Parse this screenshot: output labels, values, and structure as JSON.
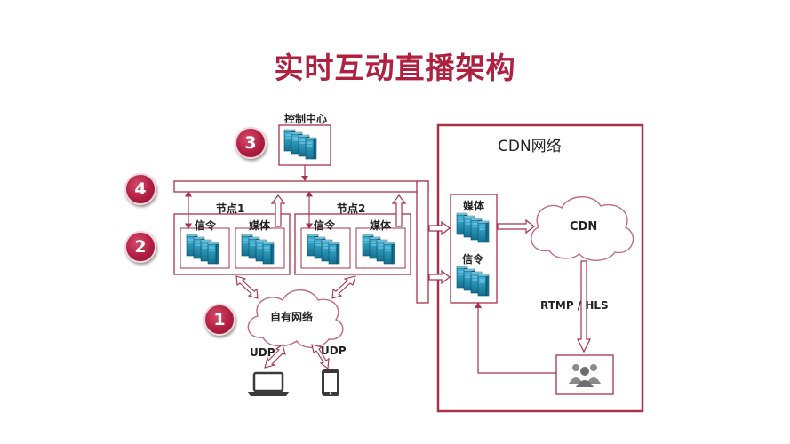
{
  "title": "实时互动直播架构",
  "labels": {
    "control_center": "控制中心",
    "node1": "节点1",
    "node2": "节点2",
    "signaling": "信令",
    "media": "媒体",
    "cdn_network": "CDN网络",
    "cdn": "CDN",
    "own_network": "自有网络",
    "udp": "UDP",
    "rtmp_hls": "RTMP / HLS"
  },
  "badges": [
    "1",
    "2",
    "3",
    "4"
  ],
  "colors": {
    "accent": "#b0203f",
    "border": "#a8324c",
    "arrow_fill": "#ffffff",
    "server_blue": "#1e8fb8",
    "cloud_border": "#c26a80",
    "device": "#3a3a3a"
  },
  "icons": {
    "server": "server-stack-icon",
    "cloud": "cloud-icon",
    "laptop": "laptop-icon",
    "phone": "phone-icon",
    "users": "users-group-icon"
  }
}
